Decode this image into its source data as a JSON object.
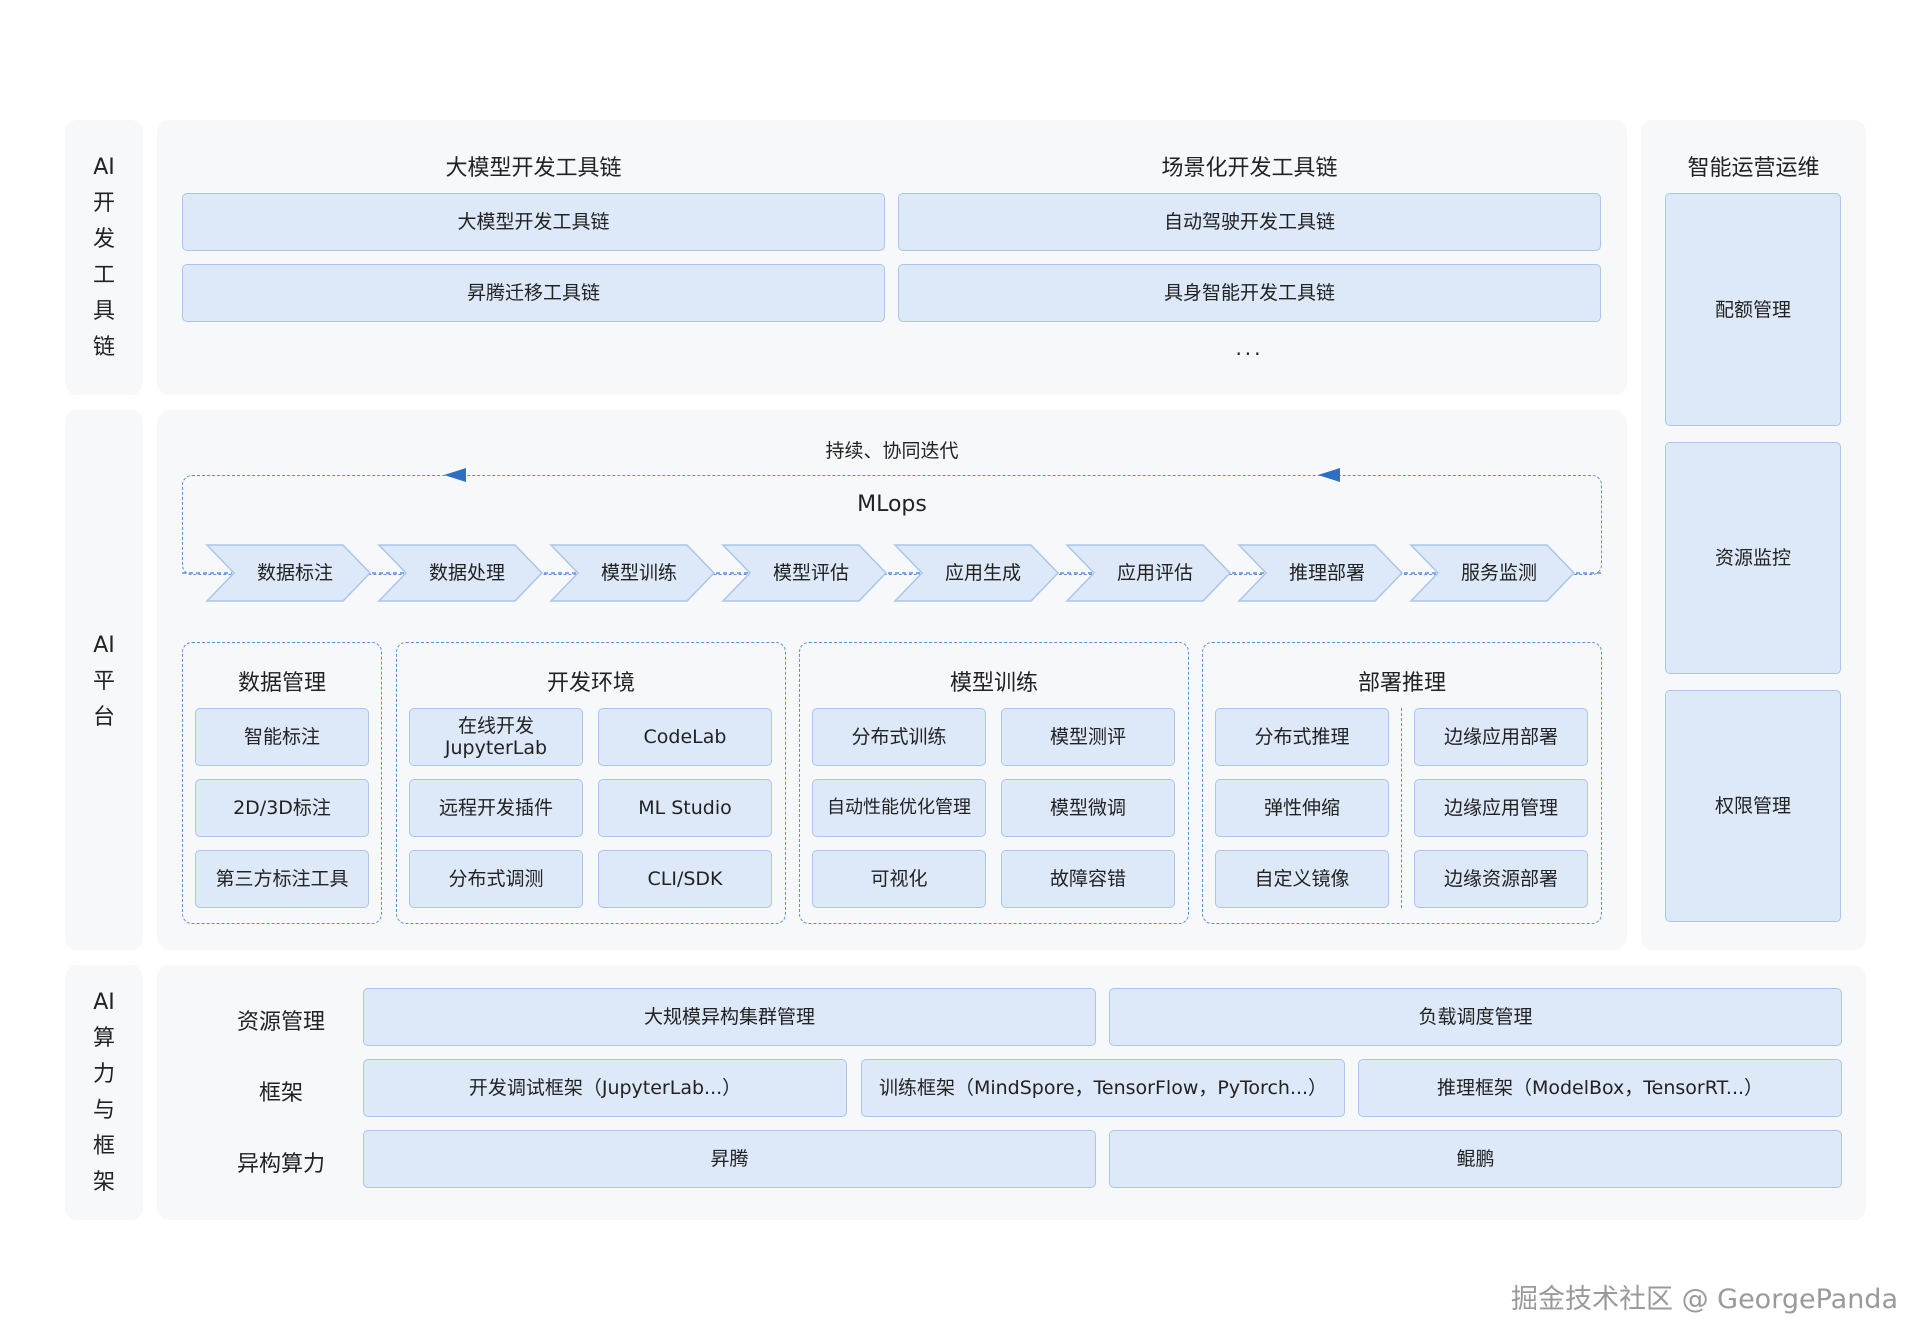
{
  "layers": {
    "devtools": [
      "AI",
      "开",
      "发",
      "工",
      "具",
      "链"
    ],
    "platform": [
      "AI",
      "平",
      "台"
    ],
    "compute": [
      "AI",
      "算",
      "力",
      "与",
      "框",
      "架"
    ]
  },
  "toolchain": {
    "llm_title": "大模型开发工具链",
    "scene_title": "场景化开发工具链",
    "items": {
      "llm": "大模型开发工具链",
      "ascend_migrate": "昇腾迁移工具链",
      "auto_drive": "自动驾驶开发工具链",
      "embodied": "具身智能开发工具链"
    },
    "ellipsis": "..."
  },
  "ops": {
    "title": "智能运营运维",
    "items": [
      "配额管理",
      "资源监控",
      "权限管理"
    ]
  },
  "mlops": {
    "loop_label": "持续、协同迭代",
    "title": "MLops",
    "steps": [
      "数据标注",
      "数据处理",
      "模型训练",
      "模型评估",
      "应用生成",
      "应用评估",
      "推理部署",
      "服务监测"
    ]
  },
  "modules": {
    "data": {
      "title": "数据管理",
      "items": [
        "智能标注",
        "2D/3D标注",
        "第三方标注工具"
      ]
    },
    "devenv": {
      "title": "开发环境",
      "items": [
        "在线开发\nJupyterLab",
        "CodeLab",
        "远程开发插件",
        "ML Studio",
        "分布式调测",
        "CLI/SDK"
      ]
    },
    "training": {
      "title": "模型训练",
      "items": [
        "分布式训练",
        "模型测评",
        "自动性能优化管理",
        "模型微调",
        "可视化",
        "故障容错"
      ]
    },
    "deploy": {
      "title": "部署推理",
      "items": [
        "分布式推理",
        "边缘应用部署",
        "弹性伸缩",
        "边缘应用管理",
        "自定义镜像",
        "边缘资源部署"
      ]
    }
  },
  "compute": {
    "resource": {
      "label": "资源管理",
      "items": [
        "大规模异构集群管理",
        "负载调度管理"
      ]
    },
    "framework": {
      "label": "框架",
      "items": [
        "开发调试框架（JupyterLab...）",
        "训练框架（MindSpore，TensorFlow，PyTorch...）",
        "推理框架（ModelBox，TensorRT...）"
      ]
    },
    "hetero": {
      "label": "异构算力",
      "items": [
        "昇腾",
        "鲲鹏"
      ]
    }
  },
  "watermark": "掘金技术社区 @ GeorgePanda",
  "colors": {
    "box_fill": "#dde9f8",
    "box_border": "#a9c6ea",
    "dashed_border": "#5b8fd6",
    "arrow": "#2e6fc4",
    "panel_bg": "#f7f8fa"
  }
}
